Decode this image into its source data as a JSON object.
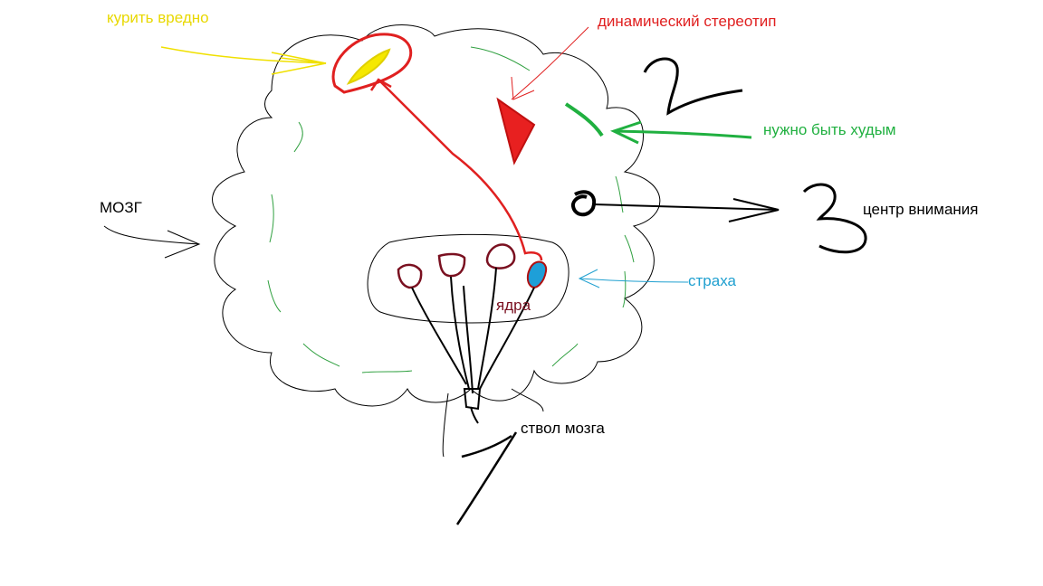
{
  "labels": {
    "smoking_harmful": "курить вредно",
    "dynamic_stereotype": "динамический стереотип",
    "need_to_be_thin": "нужно быть худым",
    "attention_center": "центр внимания",
    "brain": "МОЗГ",
    "fear": "страха",
    "nuclei": "ядра",
    "brainstem": "ствол мозга"
  },
  "numbers": {
    "two": "2",
    "three": "3"
  },
  "colors": {
    "yellow": "#f0e000",
    "red": "#e02020",
    "green": "#20b040",
    "blue": "#20a0d0",
    "dark_red": "#7a1020",
    "black": "#000000"
  }
}
